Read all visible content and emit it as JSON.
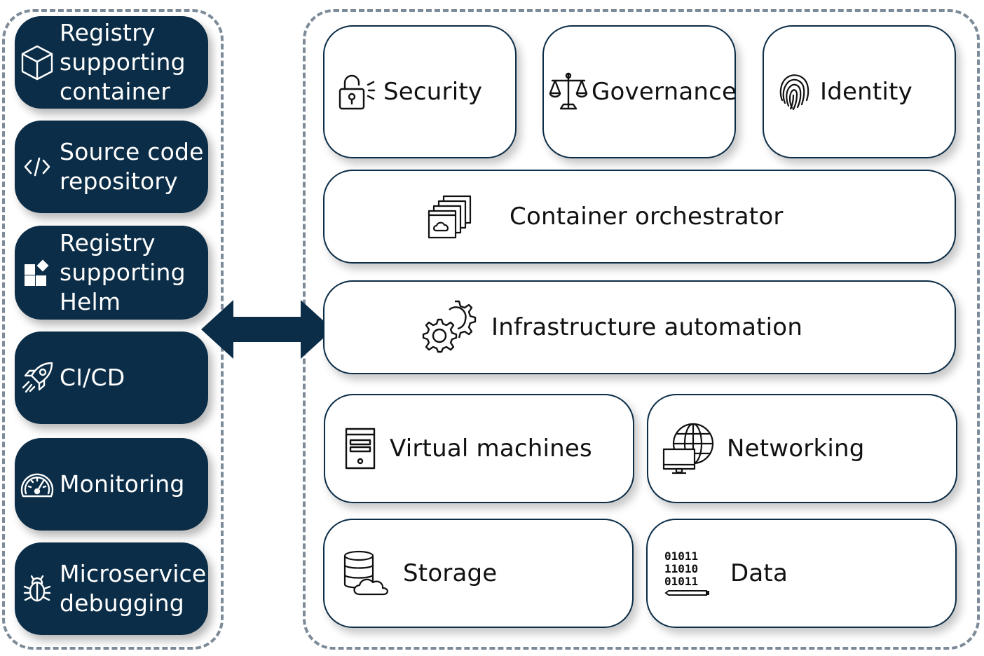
{
  "tools": [
    {
      "label": "Registry\nsupporting\ncontainer",
      "icon": "cube-icon"
    },
    {
      "label": "Source code\nrepository",
      "icon": "code-brackets-icon"
    },
    {
      "label": "Registry\nsupporting\nHelm",
      "icon": "blocks-icon"
    },
    {
      "label": "CI/CD",
      "icon": "rocket-icon"
    },
    {
      "label": "Monitoring",
      "icon": "speedometer-icon"
    },
    {
      "label": "Microservice\ndebugging",
      "icon": "bug-icon"
    }
  ],
  "platform": {
    "security": {
      "label": "Security",
      "icon": "padlock-icon"
    },
    "governance": {
      "label": "Governance",
      "icon": "scales-icon"
    },
    "identity": {
      "label": "Identity",
      "icon": "fingerprint-icon"
    },
    "container_orchestrator": {
      "label": "Container orchestrator",
      "icon": "stacked-windows-cloud-icon"
    },
    "infrastructure_automation": {
      "label": "Infrastructure automation",
      "icon": "gears-icon"
    },
    "virtual_machines": {
      "label": "Virtual machines",
      "icon": "server-tower-icon"
    },
    "networking": {
      "label": "Networking",
      "icon": "globe-monitor-icon"
    },
    "storage": {
      "label": "Storage",
      "icon": "database-cloud-icon"
    },
    "data": {
      "label": "Data",
      "icon": "binary-icon",
      "binary_lines": [
        "01011",
        "11010",
        "01011"
      ]
    }
  },
  "colors": {
    "navy": "#0b2d47",
    "dash": "#7d8a98"
  }
}
